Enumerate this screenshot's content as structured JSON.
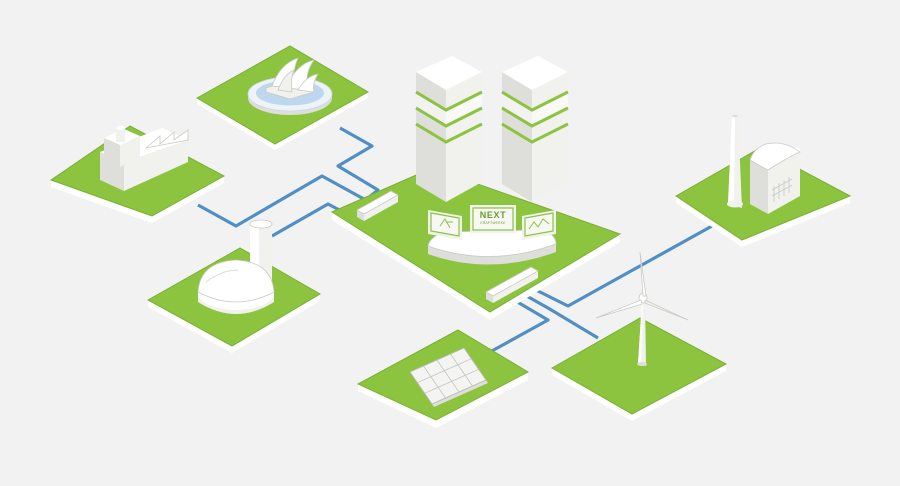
{
  "control_center": {
    "screen_logo_main": "NEXT",
    "screen_logo_sub": "KRAFTWERKE"
  },
  "colors": {
    "background": "#f2f2f2",
    "tile_green": "#8cc43f",
    "connection_blue": "#4f8fc6",
    "building_white": "#ffffff"
  },
  "nodes": [
    {
      "id": "opera-house-site",
      "icon": "opera-house-icon"
    },
    {
      "id": "factory-site",
      "icon": "factory-icon"
    },
    {
      "id": "biogas-plant-site",
      "icon": "biogas-tank-icon"
    },
    {
      "id": "solar-site",
      "icon": "solar-panel-icon"
    },
    {
      "id": "wind-site",
      "icon": "wind-turbine-icon"
    },
    {
      "id": "power-station-site",
      "icon": "chimney-plant-icon"
    },
    {
      "id": "central-hub",
      "icon": "data-center-icon"
    }
  ]
}
